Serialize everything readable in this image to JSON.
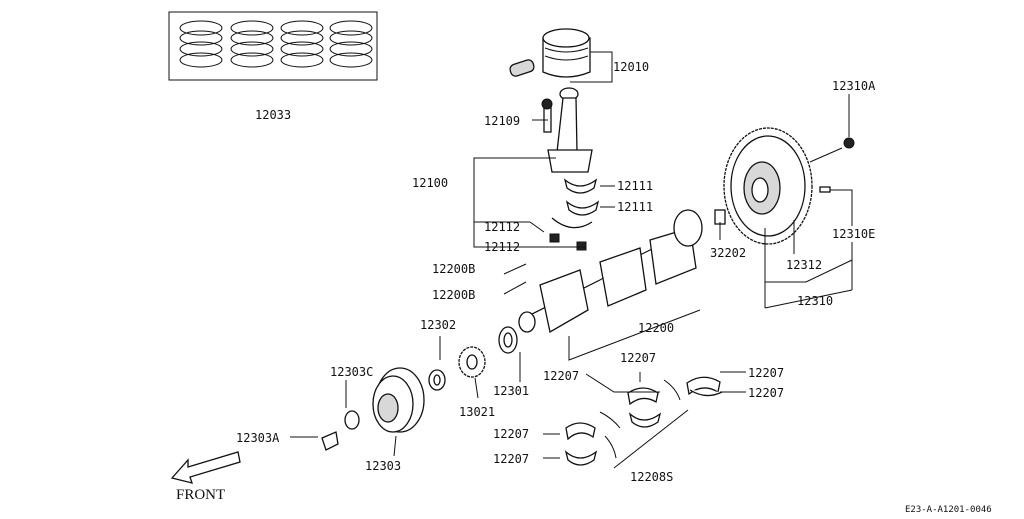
{
  "diagram": {
    "labels": [
      {
        "id": "piston-ring-set",
        "text": "12033"
      },
      {
        "id": "piston",
        "text": "12010"
      },
      {
        "id": "conrod-bolt",
        "text": "12109"
      },
      {
        "id": "conrod-assy",
        "text": "12100"
      },
      {
        "id": "conrod-bearing-a",
        "text": "12111"
      },
      {
        "id": "conrod-bearing-b",
        "text": "12111"
      },
      {
        "id": "conrod-nut-a",
        "text": "12112"
      },
      {
        "id": "conrod-nut-b",
        "text": "12112"
      },
      {
        "id": "flywheel-bolt",
        "text": "12310A"
      },
      {
        "id": "flywheel-dowel",
        "text": "12310E"
      },
      {
        "id": "pilot-bushing",
        "text": "32202"
      },
      {
        "id": "ring-gear",
        "text": "12312"
      },
      {
        "id": "flywheel-assy",
        "text": "12310"
      },
      {
        "id": "key-a",
        "text": "12200B"
      },
      {
        "id": "key-b",
        "text": "12200B"
      },
      {
        "id": "crankshaft",
        "text": "12200"
      },
      {
        "id": "thrust-washer",
        "text": "12302"
      },
      {
        "id": "pulley-washer",
        "text": "12303C"
      },
      {
        "id": "front-seal",
        "text": "12301"
      },
      {
        "id": "timing-sprocket",
        "text": "13021"
      },
      {
        "id": "crank-pulley",
        "text": "12303"
      },
      {
        "id": "pulley-bolt",
        "text": "12303A"
      },
      {
        "id": "main-bearing-a",
        "text": "12207"
      },
      {
        "id": "main-bearing-b",
        "text": "12207"
      },
      {
        "id": "main-bearing-c",
        "text": "12207"
      },
      {
        "id": "main-bearing-d",
        "text": "12207"
      },
      {
        "id": "main-bearing-e",
        "text": "12207"
      },
      {
        "id": "main-bearing-f",
        "text": "12207"
      },
      {
        "id": "main-bearing-set",
        "text": "12208S"
      }
    ],
    "front_label": "FRONT",
    "drawing_code": "E23-A-A1201-0046"
  }
}
